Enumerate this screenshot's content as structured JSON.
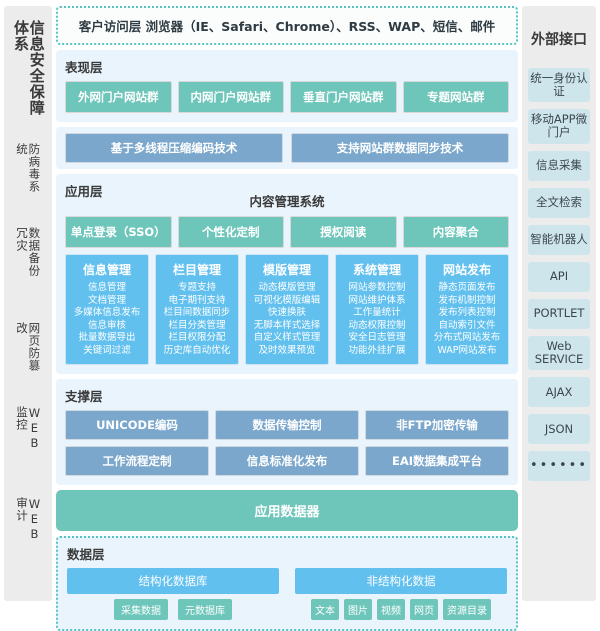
{
  "left_rail": {
    "title": "信息安全保障体系",
    "items": [
      "防病毒系统",
      "数据备份冗灾",
      "网页防篡改",
      "WEB监控",
      "WEB审计"
    ]
  },
  "right_rail": {
    "title": "外部接口",
    "items": [
      "统一身份认证",
      "移动APP微门户",
      "信息采集",
      "全文检索",
      "智能机器人",
      "API",
      "PORTLET",
      "Web SERVICE",
      "AJAX",
      "JSON",
      "••••••"
    ]
  },
  "access_layer": {
    "text": "客户访问层 浏览器（IE、Safari、Chrome）、RSS、WAP、短信、邮件"
  },
  "presentation_layer": {
    "title": "表现层",
    "items": [
      "外网门户网站群",
      "内网门户网站群",
      "垂直门户网站群",
      "专题网站群"
    ]
  },
  "tech_row": {
    "items": [
      "基于多线程压缩编码技术",
      "支持网站群数据同步技术"
    ]
  },
  "application_layer": {
    "title": "应用层",
    "subtitle": "内容管理系统",
    "features": [
      "单点登录（SSO）",
      "个性化定制",
      "授权阅读",
      "内容聚合"
    ],
    "modules": [
      {
        "name": "信息管理",
        "items": [
          "信息管理",
          "文档管理",
          "多媒体信息发布",
          "信息审核",
          "批量数据导出",
          "关键词过滤"
        ]
      },
      {
        "name": "栏目管理",
        "items": [
          "专题支持",
          "电子期刊支持",
          "栏目间数据同步",
          "栏目分类管理",
          "栏目权限分配",
          "历史库自动优化"
        ]
      },
      {
        "name": "模版管理",
        "items": [
          "动态模版管理",
          "可视化模版编辑",
          "快速换肤",
          "无脚本样式选择",
          "自定义样式管理",
          "及时效果预览"
        ]
      },
      {
        "name": "系统管理",
        "items": [
          "网站参数控制",
          "网站维护体系",
          "工作量统计",
          "动态权限控制",
          "安全日志管理",
          "功能外挂扩展"
        ]
      },
      {
        "name": "网站发布",
        "items": [
          "静态页面发布",
          "发布机制控制",
          "发布列表控制",
          "自动索引文件",
          "分布式网站发布",
          "WAP网站发布"
        ]
      }
    ]
  },
  "support_layer": {
    "title": "支撑层",
    "row1": [
      "UNICODE编码",
      "数据传输控制",
      "非FTP加密传输"
    ],
    "row2": [
      "工作流程定制",
      "信息标准化发布",
      "EAI数据集成平台"
    ]
  },
  "app_data_bar": {
    "label": "应用数据器"
  },
  "data_layer": {
    "title": "数据层",
    "structured": {
      "head": "结构化数据库",
      "tags": [
        "采集数据",
        "元数据库"
      ]
    },
    "unstructured": {
      "head": "非结构化数据",
      "tags": [
        "文本",
        "图片",
        "视频",
        "网页",
        "资源目录"
      ]
    }
  }
}
